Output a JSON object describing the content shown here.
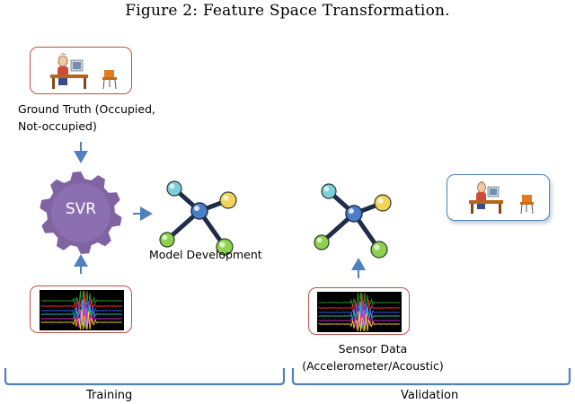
{
  "figure_title": "Figure 2: Feature Space Transformation.",
  "ground_truth_label_lines": [
    "Ground Truth (Occupied,",
    "Not-occupied)"
  ],
  "svr_label": "SVR",
  "model_development_label": "Model Development",
  "sensor_data_label_lines": [
    "Sensor Data",
    "(Accelerometer/Acoustic)"
  ],
  "training_label": "Training",
  "validation_label": "Validation",
  "icons": {
    "ground_truth": "person-at-desk-icon",
    "gear": "gear-icon",
    "network": "molecule-network-icon",
    "signal": "signal-waveform-icon"
  },
  "colors": {
    "card_red": "#c0504d",
    "card_blue": "#4f81bd",
    "gear": "#8064a2",
    "arrow": "#4f81bd",
    "bracket": "#4f81bd"
  }
}
